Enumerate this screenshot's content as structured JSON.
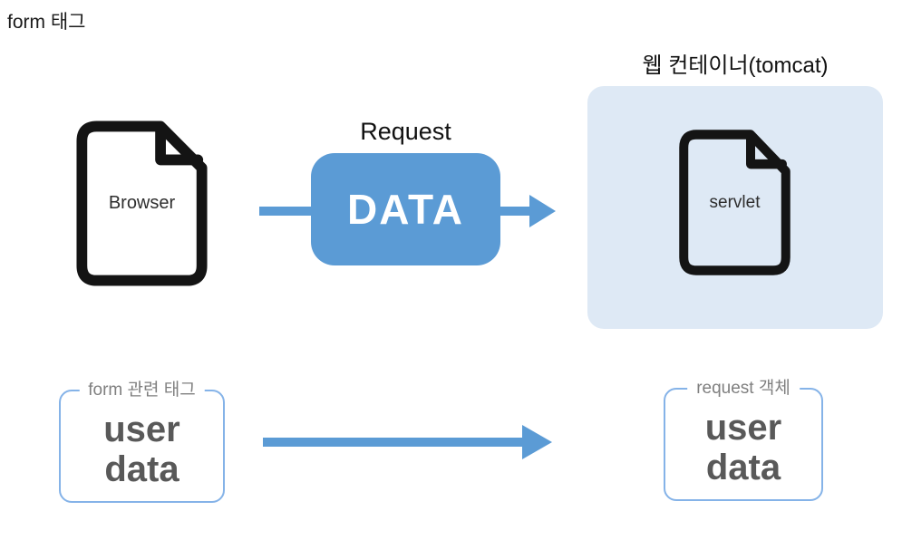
{
  "title": "form 태그",
  "colors": {
    "accent_blue": "#5B9BD5",
    "container_fill": "#DEE9F5",
    "box_border_blue": "#85B3E8",
    "user_data_text": "#595959",
    "label_gray": "#7f7f7f",
    "icon_stroke": "#141414"
  },
  "flow": {
    "browser": {
      "label": "Browser",
      "icon": "document-icon"
    },
    "request": {
      "label": "Request",
      "box_text": "DATA"
    },
    "web_container": {
      "label": "웹 컨테이너(tomcat)",
      "servlet": {
        "label": "servlet",
        "icon": "document-icon"
      }
    }
  },
  "bottom": {
    "left_box": {
      "legend": "form 관련 태그",
      "line1": "user",
      "line2": "data"
    },
    "right_box": {
      "legend": "request 객체",
      "line1": "user",
      "line2": "data"
    }
  }
}
